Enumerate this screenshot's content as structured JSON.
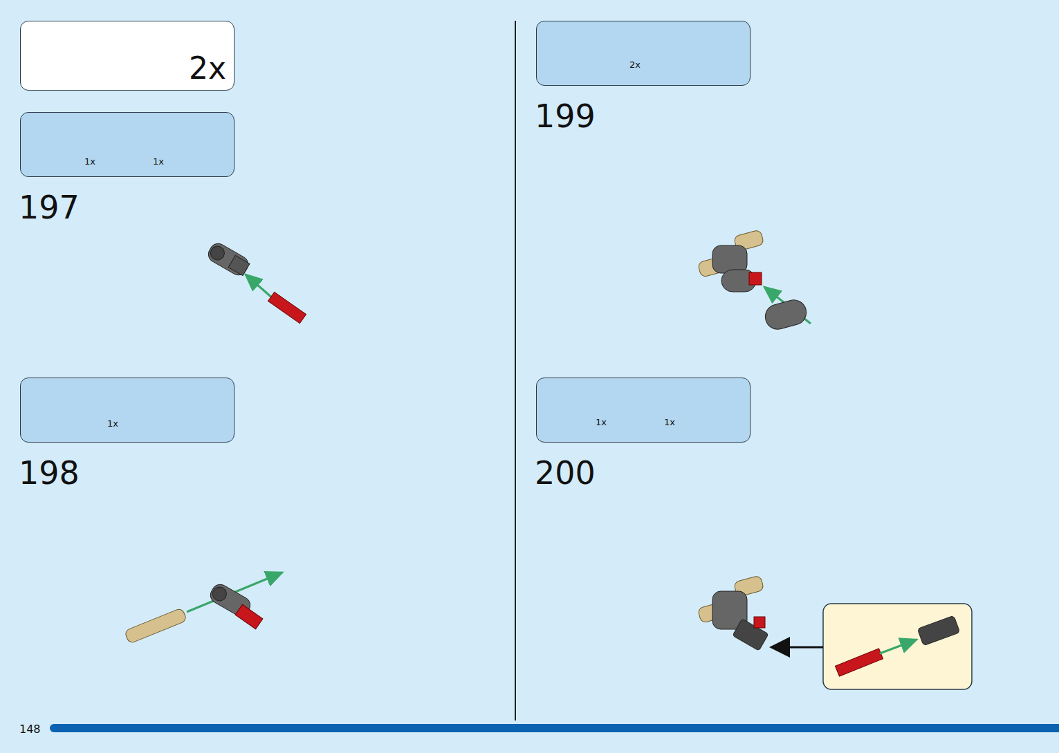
{
  "diagram": {
    "nodes": [
      {
        "text": [
          "2x"
        ]
      },
      {
        "text": [
          "1x",
          "1x"
        ]
      },
      {
        "text": [
          "1x"
        ]
      },
      {
        "text": [
          "2x"
        ]
      },
      {
        "text": [
          "1x",
          "1x"
        ]
      }
    ],
    "labels": [
      "197",
      "198",
      "199",
      "200",
      "148"
    ]
  }
}
